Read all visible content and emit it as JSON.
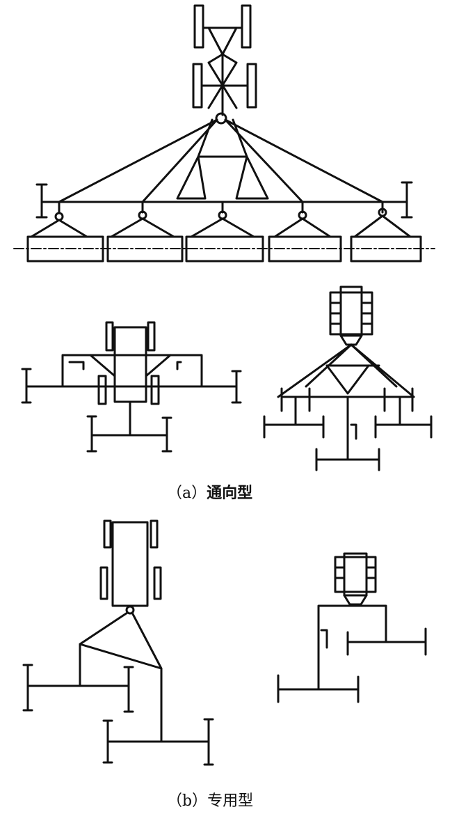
{
  "captions": {
    "a": {
      "tag": "（a）",
      "text": "通向型"
    },
    "b": {
      "tag": "（b）",
      "text": "专用型"
    }
  }
}
